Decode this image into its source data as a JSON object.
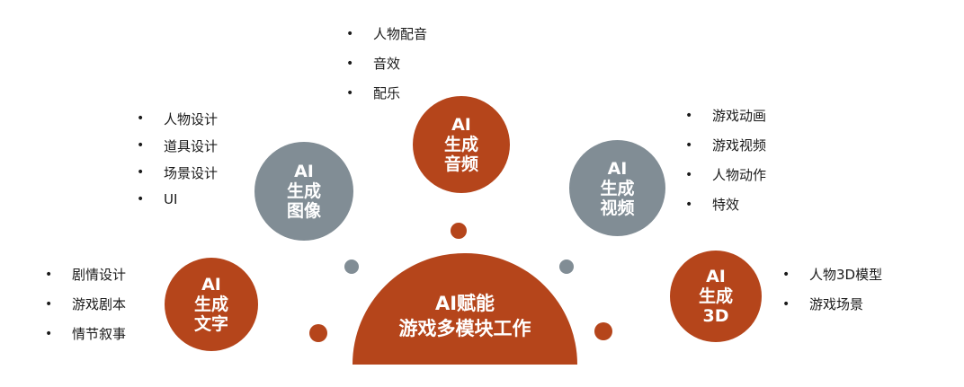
{
  "title": "AI赋能游戏多模块工作",
  "glyphs": {
    "bullet": "•"
  },
  "colors": {
    "accent_orange": "#B5451B",
    "accent_gray": "#818D95",
    "text": "#1A1A1A",
    "circle_text": "#FFFFFF",
    "background": "#FFFFFF"
  },
  "center": {
    "lines": [
      "AI赋能",
      "游戏多模块工作"
    ]
  },
  "nodes": [
    {
      "id": "ai-text",
      "color": "#B5451B",
      "circle_lines": [
        "AI",
        "生成",
        "文字"
      ],
      "items": [
        "剧情设计",
        "游戏剧本",
        "情节叙事"
      ]
    },
    {
      "id": "ai-image",
      "color": "#818D95",
      "circle_lines": [
        "AI",
        "生成",
        "图像"
      ],
      "items": [
        "人物设计",
        "道具设计",
        "场景设计",
        "UI"
      ]
    },
    {
      "id": "ai-audio",
      "color": "#B5451B",
      "circle_lines": [
        "AI",
        "生成",
        "音频"
      ],
      "items": [
        "人物配音",
        "音效",
        "配乐"
      ]
    },
    {
      "id": "ai-video",
      "color": "#818D95",
      "circle_lines": [
        "AI",
        "生成",
        "视频"
      ],
      "items": [
        "游戏动画",
        "游戏视频",
        "人物动作",
        "特效"
      ]
    },
    {
      "id": "ai-3d",
      "color": "#B5451B",
      "circle_lines": [
        "AI",
        "生成",
        "3D"
      ],
      "items": [
        "人物3D模型",
        "游戏场景"
      ]
    }
  ]
}
